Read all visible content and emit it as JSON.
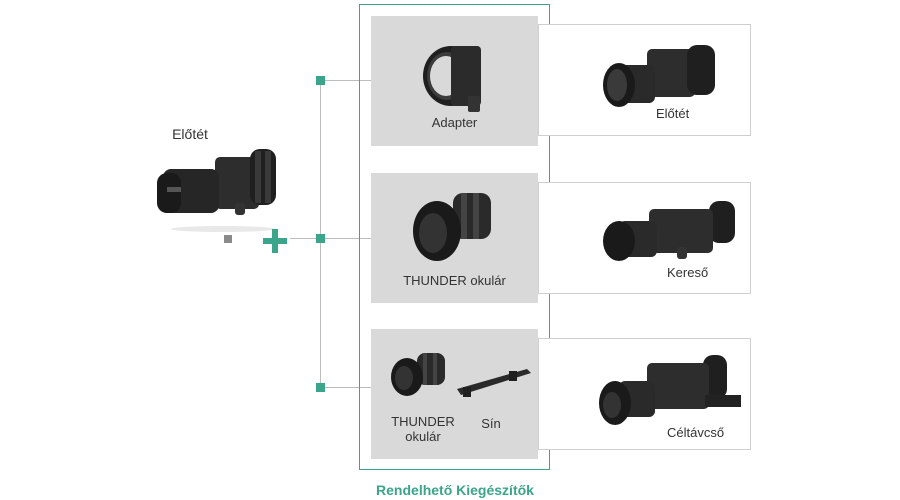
{
  "source": {
    "label": "Előtét"
  },
  "accessories_title": "Rendelhető Kiegészítők",
  "rows": [
    {
      "accessory_label": "Adapter",
      "result_label": "Előtét"
    },
    {
      "accessory_label": "THUNDER okulár",
      "result_label": "Kereső"
    },
    {
      "accessory_labels": [
        "THUNDER okulár",
        "Sín"
      ],
      "result_label": "Céltávcső"
    }
  ],
  "colors": {
    "accent": "#3aa58a",
    "box_gray": "#d9d9d9",
    "device_dark": "#2a2a2a"
  },
  "icons": [
    "plus-icon",
    "equals-icon",
    "adapter-ring",
    "eyepiece",
    "rail",
    "thermal-scope"
  ]
}
